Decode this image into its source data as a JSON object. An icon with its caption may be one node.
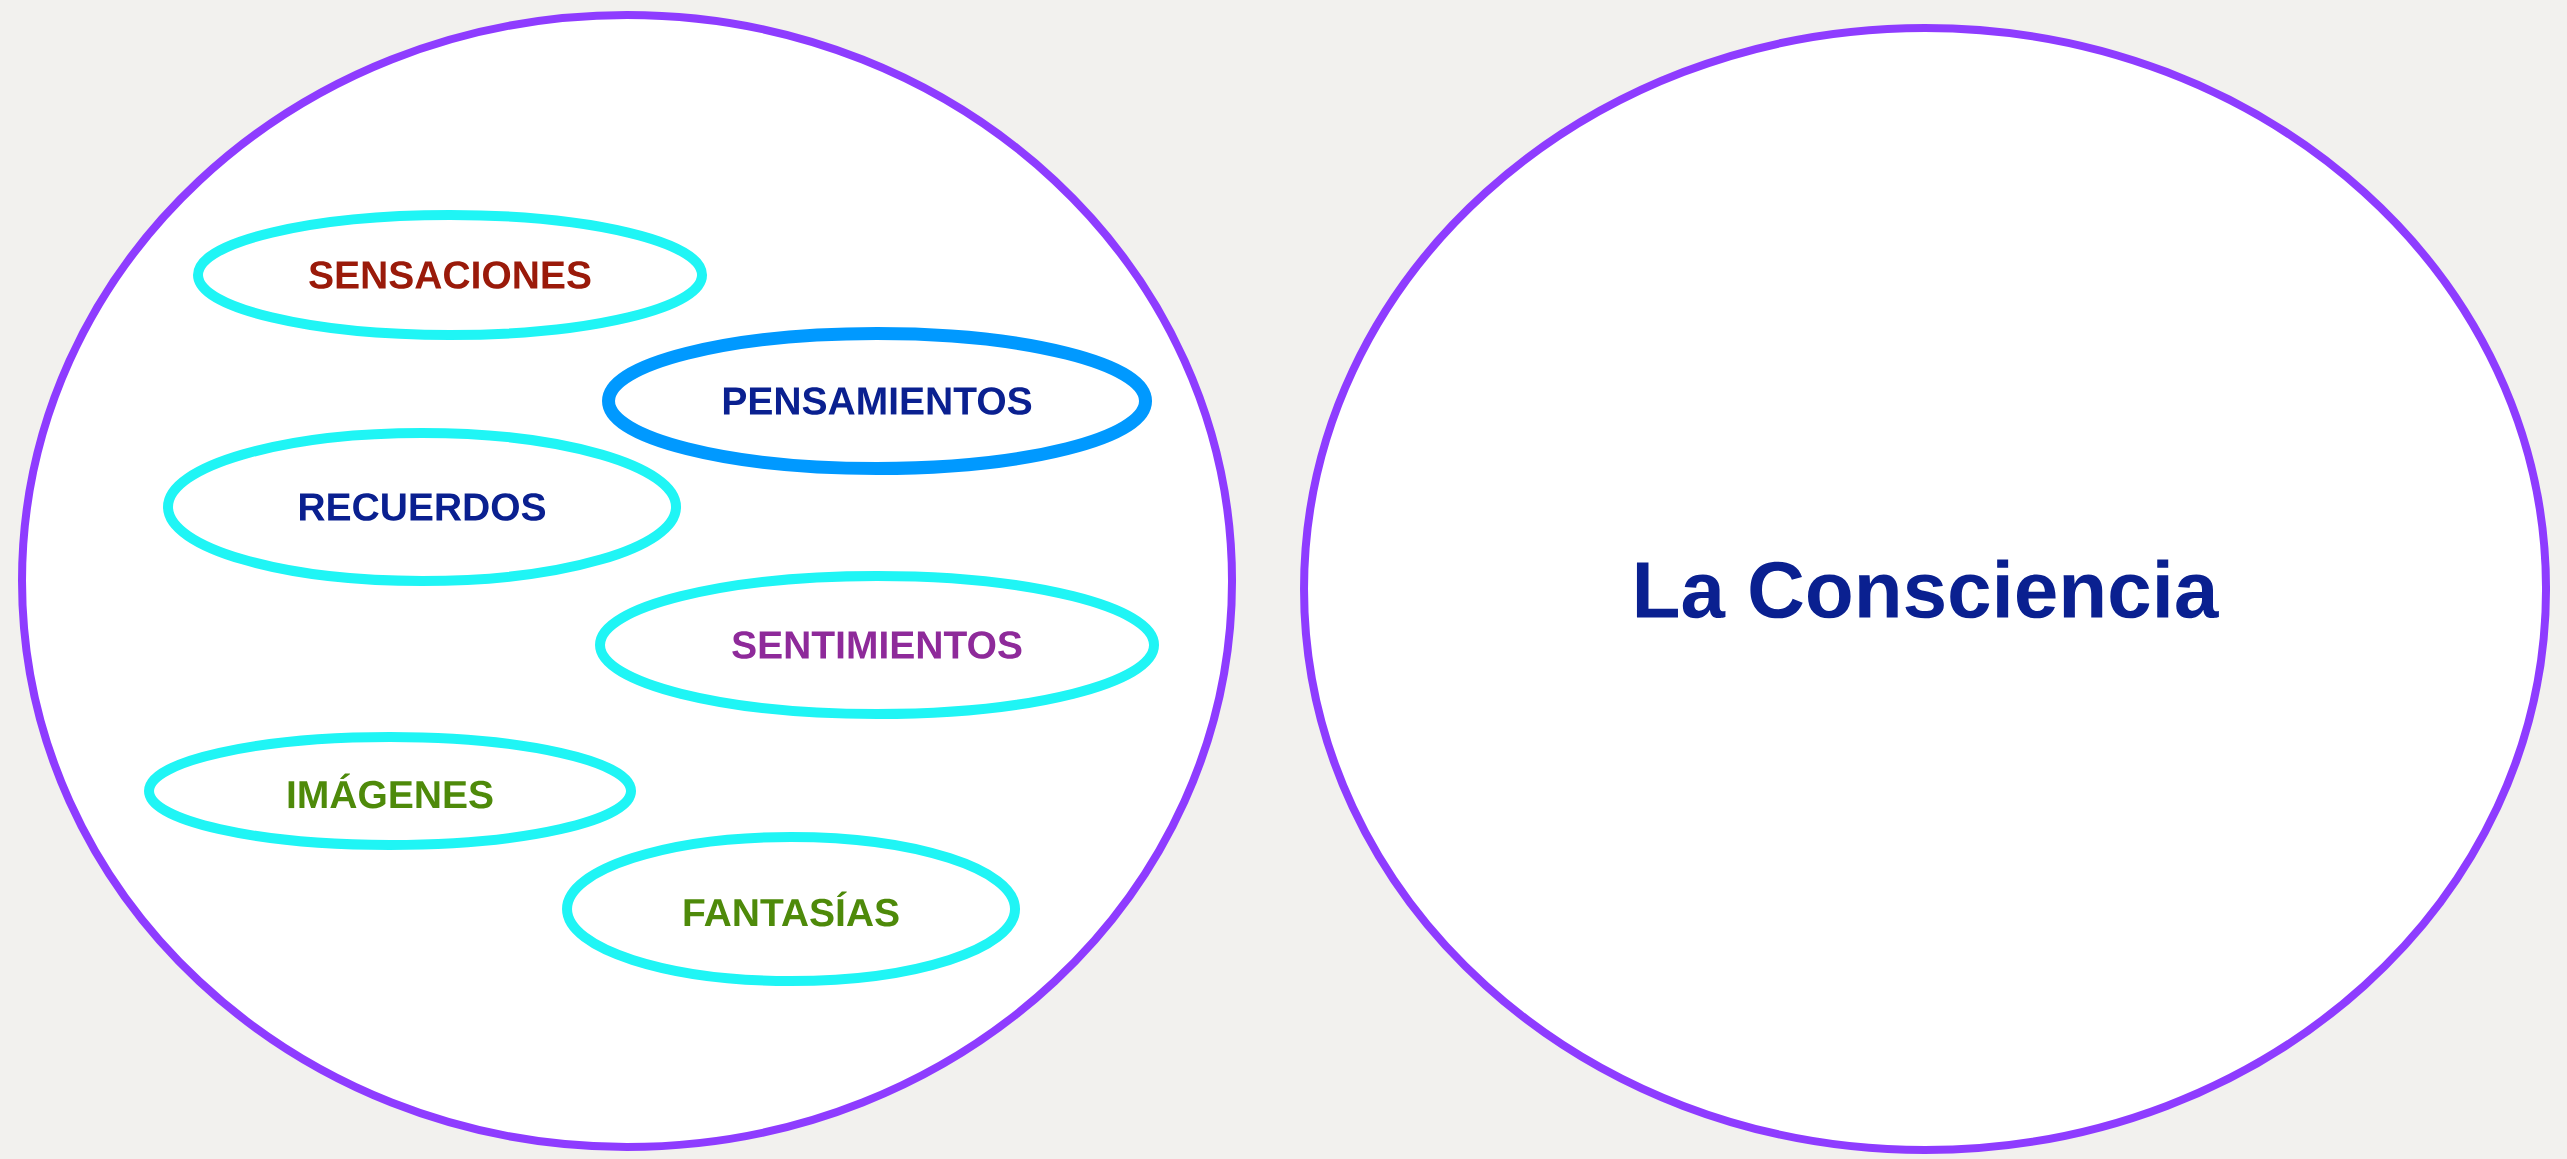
{
  "diagram": {
    "nodes": [
      {
        "text": [],
        "shape": "circle"
      },
      {
        "text": [
          "SENSACIONES"
        ],
        "in": 0
      },
      {
        "text": [
          "PENSAMIENTOS"
        ],
        "in": 0
      },
      {
        "text": [
          "RECUERDOS"
        ],
        "in": 0
      },
      {
        "text": [
          "SENTIMIENTOS"
        ],
        "in": 0
      },
      {
        "text": [
          "IMÁGENES"
        ],
        "in": 0
      },
      {
        "text": [
          "FANTASÍAS"
        ],
        "in": 0
      },
      {
        "text": [
          "La Consciencia"
        ]
      }
    ]
  }
}
